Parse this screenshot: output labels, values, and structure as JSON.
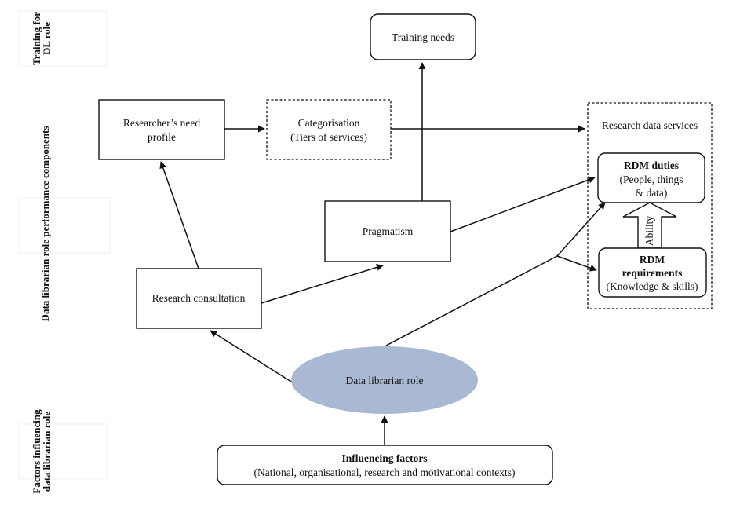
{
  "side_labels": {
    "top_line1": "Training for",
    "top_line2": "DL role",
    "middle": "Data librarian role performance components",
    "bottom_line1": "Factors influencing",
    "bottom_line2": "data librarian role"
  },
  "nodes": {
    "training_needs": "Training needs",
    "need_profile_line1": "Researcher’s need",
    "need_profile_line2": "profile",
    "categorisation_line1": "Categorisation",
    "categorisation_line2": "(Tiers of services)",
    "research_data_services": "Research data services",
    "rdm_duties_title": "RDM duties",
    "rdm_duties_line2": "(People, things",
    "rdm_duties_line3": "& data)",
    "ability": "Ability",
    "rdm_req_line1": "RDM",
    "rdm_req_line2": "requirements",
    "rdm_req_line3": "(Knowledge & skills)",
    "pragmatism": "Pragmatism",
    "research_consultation": "Research consultation",
    "data_librarian_role": "Data librarian role",
    "influencing_title": "Influencing factors",
    "influencing_subtitle": "(National, organisational, research and motivational contexts)"
  },
  "colors": {
    "ellipse_fill": "#a9b9d3",
    "stroke": "#111111"
  }
}
